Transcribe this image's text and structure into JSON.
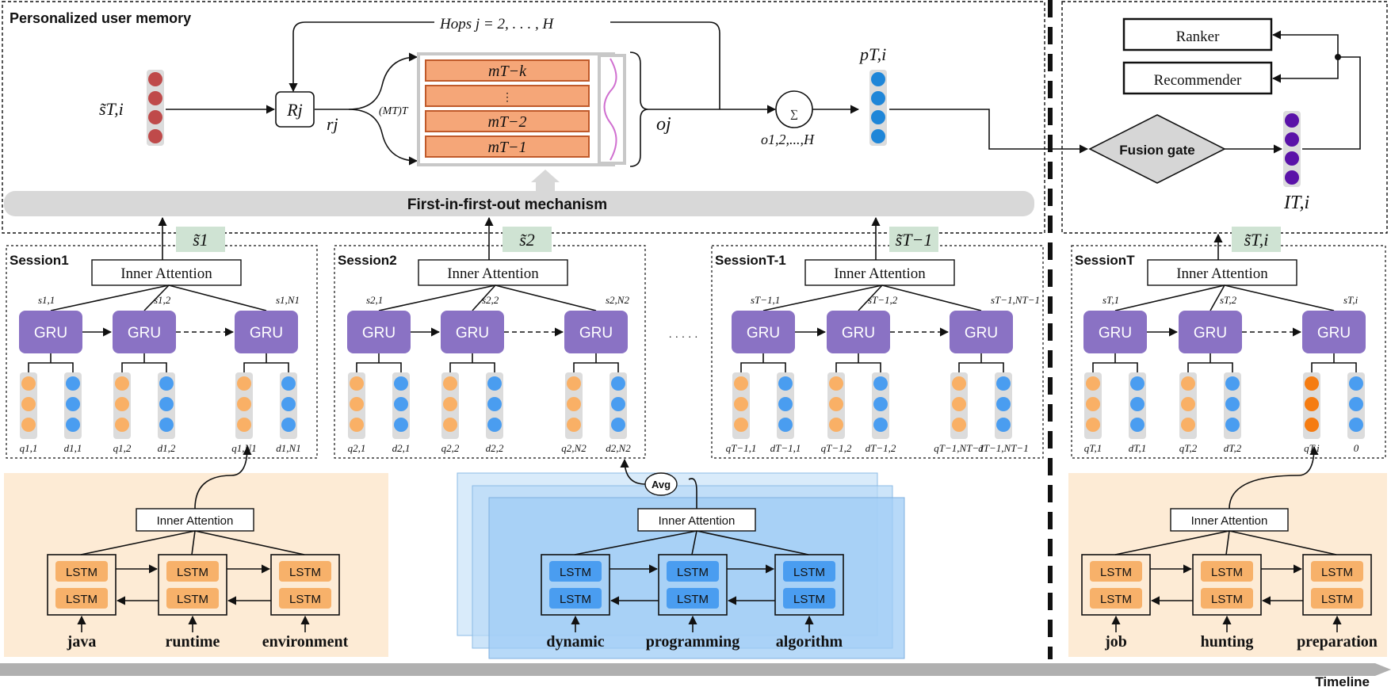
{
  "memory": {
    "title": "Personalized user memory",
    "hops": "Hops j = 2, . . . , H",
    "s_tilde": "s̃T,i",
    "r_box": "Rj",
    "r_out": "rj",
    "mt": "(MT)T",
    "slots": [
      "mT−k",
      "⋮",
      "mT−2",
      "mT−1"
    ],
    "oj": "oj",
    "sum_symbol": "∑",
    "sum_label": "o1,2,...,H",
    "p": "pT,i",
    "fifo": "First-in-first-out mechanism"
  },
  "right_panel": {
    "ranker": "Ranker",
    "recommender": "Recommender",
    "fusion": "Fusion gate",
    "I": "IT,i"
  },
  "sessions": [
    {
      "title": "Session1",
      "sum": "s̃1",
      "attn": "Inner Attention",
      "s": [
        "s1,1",
        "s1,2",
        "s1,N1"
      ],
      "gru": "GRU",
      "qd": [
        "q1,1",
        "d1,1",
        "q1,2",
        "d1,2",
        "q1,N1",
        "d1,N1"
      ]
    },
    {
      "title": "Session2",
      "sum": "s̃2",
      "attn": "Inner Attention",
      "s": [
        "s2,1",
        "s2,2",
        "s2,N2"
      ],
      "gru": "GRU",
      "qd": [
        "q2,1",
        "d2,1",
        "q2,2",
        "d2,2",
        "q2,N2",
        "d2,N2"
      ]
    },
    {
      "title": "SessionT-1",
      "sum": "s̃T−1",
      "attn": "Inner Attention",
      "s": [
        "sT−1,1",
        "sT−1,2",
        "sT−1,NT−1"
      ],
      "gru": "GRU",
      "qd": [
        "qT−1,1",
        "dT−1,1",
        "qT−1,2",
        "dT−1,2",
        "qT−1,NT−1",
        "dT−1,NT−1"
      ]
    },
    {
      "title": "SessionT",
      "sum": "s̃T,i",
      "attn": "Inner Attention",
      "s": [
        "sT,1",
        "sT,2",
        "sT,i"
      ],
      "gru": "GRU",
      "qd": [
        "qT,1",
        "dT,1",
        "qT,2",
        "dT,2",
        "qT,i",
        "0"
      ]
    }
  ],
  "ellipsis": "· · · · ·",
  "encoders": [
    {
      "attn": "Inner Attention",
      "lstm": "LSTM",
      "words": [
        "java",
        "runtime",
        "environment"
      ]
    },
    {
      "attn": "Inner Attention",
      "lstm": "LSTM",
      "words": [
        "dynamic",
        "programming",
        "algorithm"
      ],
      "avg": "Avg"
    },
    {
      "attn": "Inner Attention",
      "lstm": "LSTM",
      "words": [
        "job",
        "hunting",
        "preparation"
      ]
    }
  ],
  "timeline": "Timeline",
  "colors": {
    "gru": "#8a72c4",
    "lstm_orange": "#f7b16a",
    "lstm_blue": "#4a9df0",
    "memory_slot": "#f5a678",
    "dot_red": "#bf4a4a",
    "dot_blue": "#1f86d8",
    "dot_orange": "#f9b066",
    "dot_purple": "#5a12a8",
    "panel_bg": "#fdebd5",
    "fifo_bar": "#d8d8d8",
    "session_tag": "#cfe3d3"
  }
}
